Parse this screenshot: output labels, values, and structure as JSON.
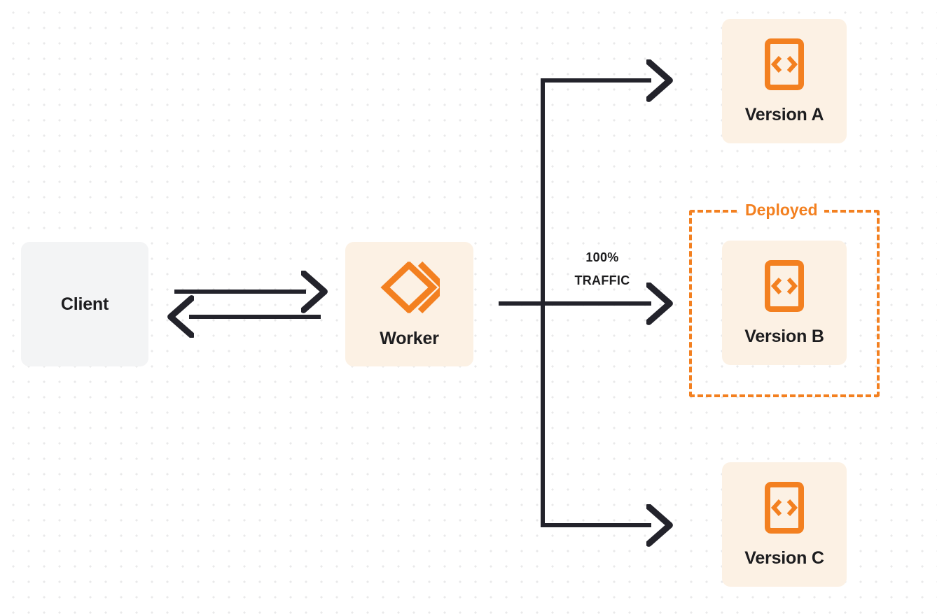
{
  "diagram": {
    "title": "Worker version traffic routing",
    "background": {
      "color": "#ffffff",
      "dot_color": "#e9e9ea",
      "dot_spacing": 22
    },
    "colors": {
      "orange": "#f38020",
      "card_bg": "#fcf1e4",
      "client_bg": "#f3f4f5",
      "line": "#23232b",
      "text": "#1d1d1f"
    },
    "nodes": {
      "client": {
        "label": "Client",
        "icon": "none"
      },
      "worker": {
        "label": "Worker",
        "icon": "cloudflare-workers-logo"
      },
      "version_a": {
        "label": "Version A",
        "icon": "code-file-icon"
      },
      "version_b": {
        "label": "Version B",
        "icon": "code-file-icon"
      },
      "version_c": {
        "label": "Version C",
        "icon": "code-file-icon"
      }
    },
    "group": {
      "deployed_label": "Deployed"
    },
    "edges": {
      "traffic_percent": "100%",
      "traffic_word": "TRAFFIC"
    }
  }
}
